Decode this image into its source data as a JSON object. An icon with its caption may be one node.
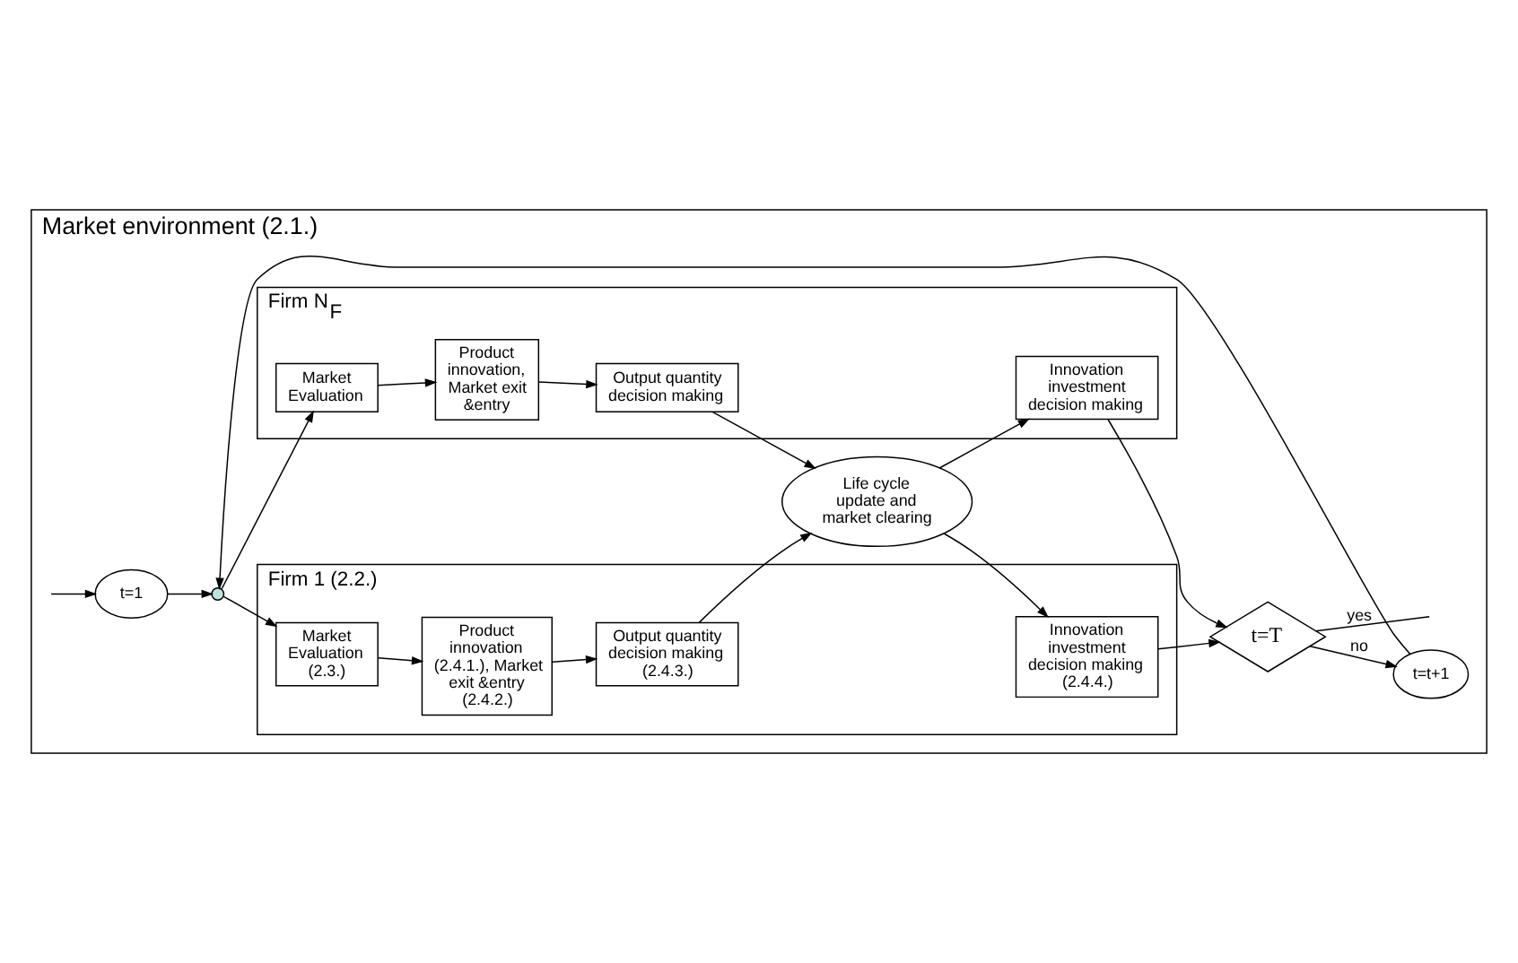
{
  "diagram": {
    "nodes": [
      {
        "text": [
          "Market environment (2.1.)"
        ]
      },
      {
        "text": [
          "Firm 1 (2.2.)"
        ],
        "in": 0
      },
      {
        "text": [
          "Market Evaluation (2.3.)"
        ],
        "in": 1
      },
      {
        "text": [
          "Product innovation (2.4.1.), Market exit &entry (2.4.2.)"
        ],
        "in": 1
      },
      {
        "text": [
          "Output quantity decision making (2.4.3.)"
        ],
        "in": 1
      },
      {
        "text": [
          "Innovation investment decision making (2.4.4.)"
        ],
        "in": 1
      },
      {
        "text": [
          "Firm N$_{F}$"
        ],
        "in": 0
      },
      {
        "text": [
          "Market Evaluation"
        ],
        "in": 6
      },
      {
        "text": [
          "Product innovation, Market exit &entry"
        ],
        "in": 6
      },
      {
        "text": [
          "Output quantity decision making"
        ],
        "in": 6
      },
      {
        "text": [
          "Innovation investment decision making"
        ],
        "in": 6
      },
      {
        "text": [
          "t=1"
        ],
        "in": 0
      },
      {
        "text": [],
        "shape": "circle",
        "in": 0
      },
      {
        "text": [
          "Life cycle update and market clearing"
        ],
        "in": 0
      },
      {
        "text": [
          "t=T"
        ],
        "in": 0
      },
      {
        "text": [
          "t=t+1"
        ],
        "in": 0
      }
    ],
    "edges": [
      {
        "from": null,
        "to": 11,
        "arrow": "to"
      },
      {
        "from": 11,
        "to": 12,
        "arrow": "to"
      },
      {
        "from": 12,
        "to": 2,
        "arrow": "to"
      },
      {
        "from": 12,
        "to": 7,
        "arrow": "to"
      },
      {
        "from": 2,
        "to": 3,
        "arrow": "to"
      },
      {
        "from": 3,
        "to": 4,
        "arrow": "to"
      },
      {
        "from": 7,
        "to": 8,
        "arrow": "to"
      },
      {
        "from": 8,
        "to": 9,
        "arrow": "to"
      },
      {
        "from": 4,
        "to": 13,
        "arrow": "to"
      },
      {
        "from": 9,
        "to": 13,
        "arrow": "to"
      },
      {
        "from": 13,
        "to": 5,
        "arrow": "to"
      },
      {
        "from": 13,
        "to": 10,
        "arrow": "to"
      },
      {
        "from": 5,
        "to": 14,
        "arrow": "to"
      },
      {
        "from": 10,
        "to": 14,
        "arrow": "to"
      },
      {
        "from": 14,
        "to": null,
        "label": "yes",
        "arrow": "none"
      },
      {
        "from": 14,
        "to": 15,
        "label": "no",
        "arrow": "to"
      },
      {
        "from": 15,
        "to": 12,
        "arrow": "to"
      }
    ]
  }
}
